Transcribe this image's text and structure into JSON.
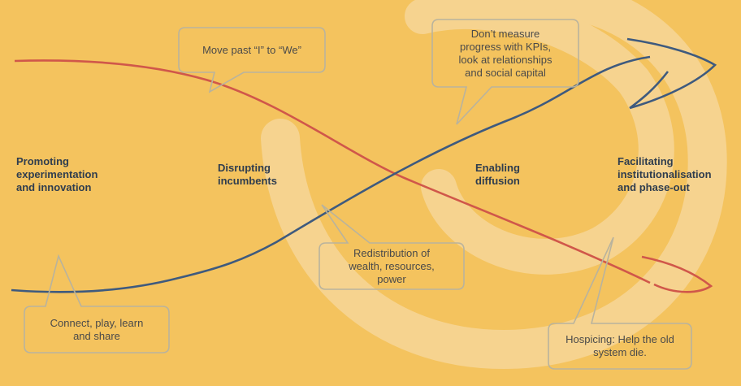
{
  "phases": [
    {
      "id": "promoting",
      "label_lines": [
        "Promoting",
        "experimentation",
        "and innovation"
      ]
    },
    {
      "id": "disrupting",
      "label_lines": [
        "Disrupting",
        "incumbents"
      ]
    },
    {
      "id": "enabling",
      "label_lines": [
        "Enabling",
        "diffusion"
      ]
    },
    {
      "id": "facilitating",
      "label_lines": [
        "Facilitating",
        "institutionalisation",
        "and phase-out"
      ]
    }
  ],
  "callouts": {
    "we": "Move past “I” to “We”",
    "kpis_lines": [
      "Don’t measure",
      "progress with KPIs,",
      "look at relationships",
      "and social capital"
    ],
    "redistribution_lines": [
      "Redistribution of",
      "wealth, resources,",
      "power"
    ],
    "connect_lines": [
      "Connect, play, learn",
      "and share"
    ],
    "hospicing_lines": [
      "Hospicing: Help the old",
      "system die."
    ]
  },
  "colors": {
    "background": "#f4c35e",
    "spiral": "#f6d38f",
    "rising_curve": "#3e5a7e",
    "declining_curve": "#d0574a",
    "phase_text": "#2f3d4e",
    "callout_border": "#b9b39d",
    "callout_text": "#4a4a4a"
  }
}
